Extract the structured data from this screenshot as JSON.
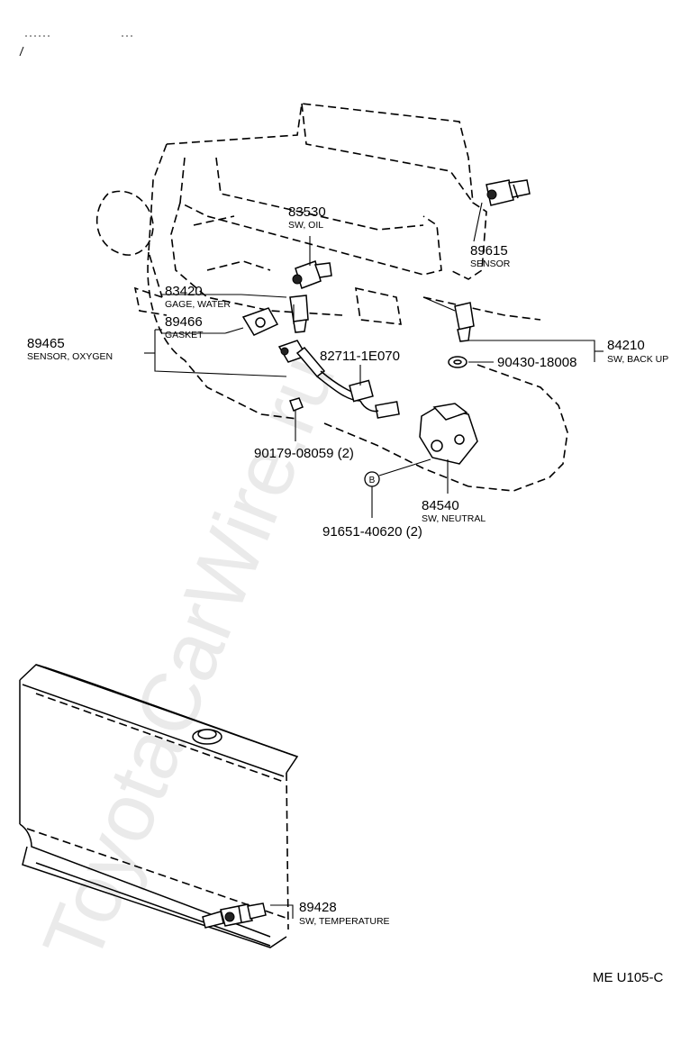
{
  "watermark": "ToyotaCarWire.ru",
  "diagram_code": "ME U105-C",
  "parts": [
    {
      "number": "83530",
      "description": "SW, OIL"
    },
    {
      "number": "89615",
      "description": "SENSOR"
    },
    {
      "number": "83420",
      "description": "GAGE, WATER"
    },
    {
      "number": "89466",
      "description": "GASKET"
    },
    {
      "number": "89465",
      "description": "SENSOR, OXYGEN"
    },
    {
      "number": "82711-1E070",
      "description": ""
    },
    {
      "number": "84210",
      "description": "SW, BACK UP"
    },
    {
      "number": "90430-18008",
      "description": ""
    },
    {
      "number": "90179-08059 (2)",
      "description": ""
    },
    {
      "number": "84540",
      "description": "SW, NEUTRAL"
    },
    {
      "number": "91651-40620 (2)",
      "description": ""
    },
    {
      "number": "89428",
      "description": "SW, TEMPERATURE"
    }
  ],
  "bolt_marker": "B"
}
